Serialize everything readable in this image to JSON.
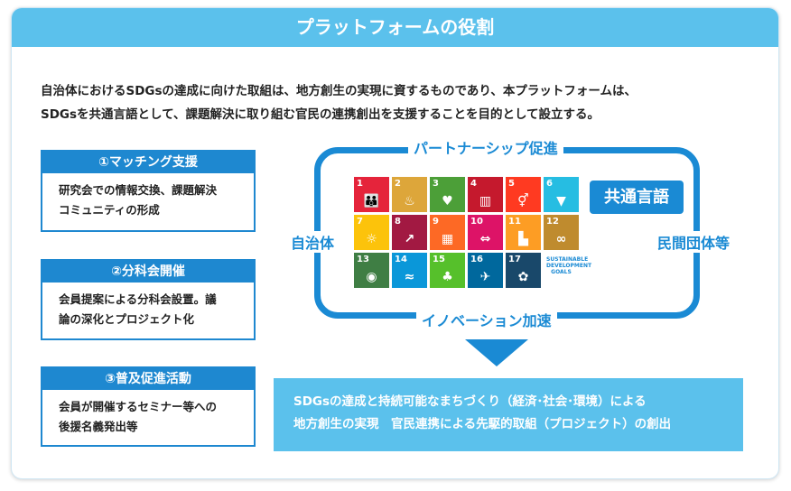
{
  "title": "プラットフォームの役割",
  "intro": [
    "自治体におけるSDGsの達成に向けた取組は、地方創生の実現に資するものであり、本プラットフォームは、",
    "SDGsを共通言語として、課題解決に取り組む官民の連携創出を支援することを目的として設立する。"
  ],
  "roles": [
    {
      "title": "①マッチング支援",
      "lines": [
        "研究会での情報交換、課題解決",
        "コミュニティの形成"
      ]
    },
    {
      "title": "②分科会開催",
      "lines": [
        "会員提案による分科会設置。議",
        "論の深化とプロジェクト化"
      ]
    },
    {
      "title": "③普及促進活動",
      "lines": [
        "会員が開催するセミナー等への",
        "後援名義発出等"
      ]
    }
  ],
  "diagram": {
    "top": "パートナーシップ促進",
    "bottom": "イノベーション加速",
    "left": "自治体",
    "right": "民間団体等",
    "common_language": "共通言語",
    "sdg_logo": "SUSTAINABLE DEVELOPMENT GOALS",
    "goals": [
      {
        "n": "1",
        "color": "#e5243b",
        "icon": "people-icon"
      },
      {
        "n": "2",
        "color": "#dda63a",
        "icon": "bowl-icon"
      },
      {
        "n": "3",
        "color": "#4c9f38",
        "icon": "heartbeat-icon"
      },
      {
        "n": "4",
        "color": "#c5192d",
        "icon": "book-icon"
      },
      {
        "n": "5",
        "color": "#ff3a21",
        "icon": "gender-icon"
      },
      {
        "n": "6",
        "color": "#26bde2",
        "icon": "water-icon"
      },
      {
        "n": "7",
        "color": "#fcc30b",
        "icon": "sun-icon"
      },
      {
        "n": "8",
        "color": "#a21942",
        "icon": "growth-chart-icon"
      },
      {
        "n": "9",
        "color": "#fd6925",
        "icon": "cubes-icon"
      },
      {
        "n": "10",
        "color": "#dd1367",
        "icon": "equal-icon"
      },
      {
        "n": "11",
        "color": "#fd9d24",
        "icon": "buildings-icon"
      },
      {
        "n": "12",
        "color": "#bf8b2e",
        "icon": "infinity-icon"
      },
      {
        "n": "13",
        "color": "#3f7e44",
        "icon": "eye-globe-icon"
      },
      {
        "n": "14",
        "color": "#0a97d9",
        "icon": "fish-icon"
      },
      {
        "n": "15",
        "color": "#56c02b",
        "icon": "tree-icon"
      },
      {
        "n": "16",
        "color": "#00689d",
        "icon": "dove-icon"
      },
      {
        "n": "17",
        "color": "#19486a",
        "icon": "rings-icon"
      }
    ]
  },
  "goal_text": [
    "SDGsの達成と持続可能なまちづくり（経済･社会･環境）による",
    "地方創生の実現　官民連携による先駆的取組（プロジェクト）の創出"
  ]
}
